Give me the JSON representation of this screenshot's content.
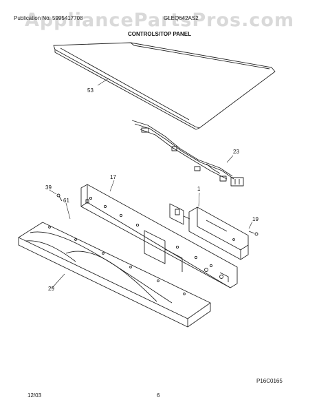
{
  "watermark": "AppliancePartsPros.com",
  "header": {
    "left": "Publication No. 5995417708",
    "model": "GLEQ642AS2",
    "section_title": "CONTROLS/TOP PANEL"
  },
  "callouts": {
    "top_panel": "53",
    "wiring_harness": "23",
    "control_panel_bracket": "17",
    "switch_module": "1",
    "screw_right": "19",
    "screw_left": "39",
    "trim_strip": "61",
    "control_panel": "29"
  },
  "footer": {
    "date": "12/03",
    "page": "6",
    "diagram_code": "P16C0165"
  }
}
